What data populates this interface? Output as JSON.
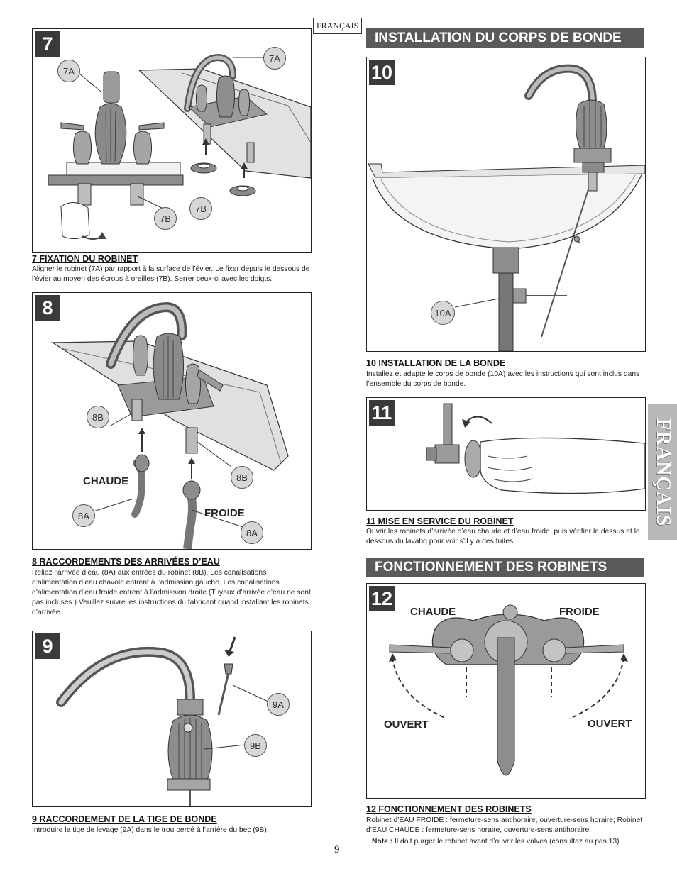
{
  "lang_tag": "FRANÇAIS",
  "side_tab": "FRANÇAIS",
  "page_number": "9",
  "sections": {
    "bonde": "INSTALLATION DU CORPS DE BONDE",
    "robinets": "FONCTIONNEMENT DES ROBINETS"
  },
  "step7": {
    "number": "7",
    "callouts": {
      "a1": "7A",
      "a2": "7A",
      "b1": "7B",
      "b2": "7B"
    },
    "title": "7  FIXATION DU ROBINET",
    "body": "Aligner le robinet (7A) par rapport à la surface de l’évier. Le fixer depuis le dessous de l’évier au moyen des écrous à oreilles (7B). Serrer ceux-ci avec les doigts."
  },
  "step8": {
    "number": "8",
    "callouts": {
      "b1": "8B",
      "b2": "8B",
      "a1": "8A",
      "a2": "8A"
    },
    "label_hot": "CHAUDE",
    "label_cold": "FROIDE",
    "title": "8  RACCORDEMENTS DES ARRIVÉES D’EAU",
    "body": "Reliez l’arrivée d’eau (8A) aux entrées du robinet (8B). Les canalisations d’alimentation d’eau chavole entrent à l’admission gauche. Les canalisations d’alimentation d’eau froide entrent à l’admission droite.(Tuyaux d’arrivée d’eau ne sont pas incluses.) Veuillez suivre les instructions du fabricant quand installant les robinets d’arrivée."
  },
  "step9": {
    "number": "9",
    "callouts": {
      "a": "9A",
      "b": "9B"
    },
    "title": "9  RACCORDEMENT DE LA TIGE DE BONDE",
    "body": "Introduire la tige de levage (9A) dans le trou percé à l’arrière du bec (9B)."
  },
  "step10": {
    "number": "10",
    "callouts": {
      "a": "10A"
    },
    "title": "10  INSTALLATION DE LA BONDE ",
    "body": "Installez et adapte le corps de bonde (10A) avec les instructions qui sont inclus dans l’ensemble du corps de bonde."
  },
  "step11": {
    "number": "11",
    "title": "11  MISE EN SERVICE DU ROBINET",
    "body": "Ouvrir les robinets d’arrivée d’eau chaude et d’eau froide, puis vérifier le dessus et le dessous du lavabo pour voir s’il y a des fuites."
  },
  "step12": {
    "number": "12",
    "label_hot": "CHAUDE",
    "label_cold": "FROIDE",
    "label_open_left": "OUVERT",
    "label_open_right": "OUVERT",
    "title": "12  FONCTIONNEMENT DES ROBINETS",
    "body": "Robinet d’EAU FROIDE : fermeture-sens antihoraire, ouverture-sens horaire; Robinet d’EAU CHAUDE : fermeture-sens horaire, ouverture-sens antihoraire.",
    "note_label": "Note :",
    "note_body": "Il doit purger le robinet avant d’ouvrir les valves (consultaz au pas 13)."
  }
}
